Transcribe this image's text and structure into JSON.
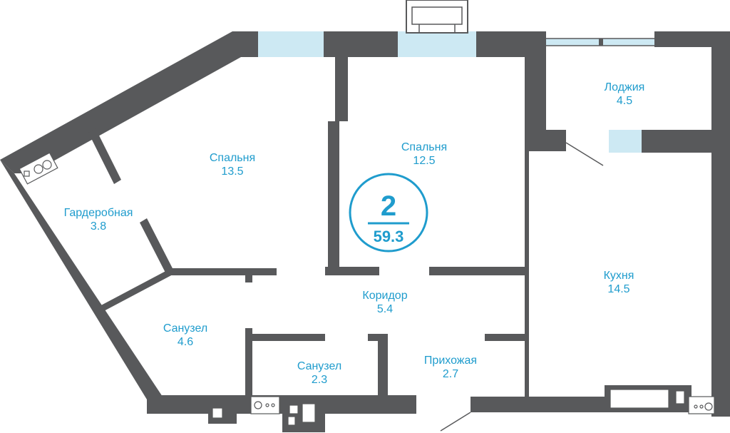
{
  "apartment": {
    "rooms_count": "2",
    "total_area": "59.3",
    "accent_color": "#1f9ccd",
    "wall_color": "#58595b",
    "window_color": "#cde9f3"
  },
  "rooms": [
    {
      "id": "bedroom-1",
      "name": "Спальня",
      "area": "13.5"
    },
    {
      "id": "bedroom-2",
      "name": "Спальня",
      "area": "12.5"
    },
    {
      "id": "loggia",
      "name": "Лоджия",
      "area": "4.5"
    },
    {
      "id": "wardrobe",
      "name": "Гардеробная",
      "area": "3.8"
    },
    {
      "id": "corridor",
      "name": "Коридор",
      "area": "5.4"
    },
    {
      "id": "kitchen",
      "name": "Кухня",
      "area": "14.5"
    },
    {
      "id": "bathroom-1",
      "name": "Санузел",
      "area": "4.6"
    },
    {
      "id": "bathroom-2",
      "name": "Санузел",
      "area": "2.3"
    },
    {
      "id": "hallway",
      "name": "Прихожая",
      "area": "2.7"
    }
  ]
}
